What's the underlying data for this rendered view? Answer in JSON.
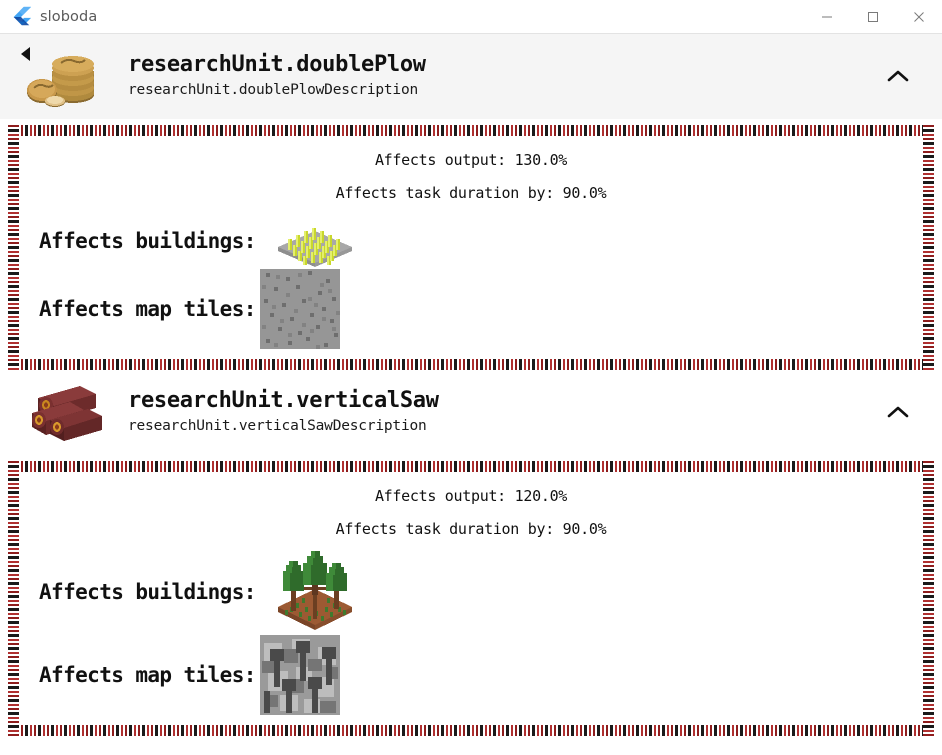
{
  "window": {
    "title": "sloboda",
    "logo_icon": "flutter-logo",
    "controls": {
      "minimize_icon": "minimize-icon",
      "maximize_icon": "maximize-icon",
      "close_icon": "close-icon"
    }
  },
  "navigation": {
    "back_icon": "back-arrow-icon"
  },
  "labels": {
    "affects_buildings": "Affects buildings:",
    "affects_map_tiles": "Affects map tiles:"
  },
  "sections": [
    {
      "icon": "gold-coins-icon",
      "title": "researchUnit.doublePlow",
      "description": "researchUnit.doublePlowDescription",
      "collapse_icon": "chevron-up-icon",
      "stats": [
        "Affects output: 130.0%",
        "Affects task duration by: 90.0%"
      ],
      "building_art": "wheat-field-voxel",
      "tile_art": "field-ground-tile"
    },
    {
      "icon": "wood-logs-icon",
      "title": "researchUnit.verticalSaw",
      "description": "researchUnit.verticalSawDescription",
      "collapse_icon": "chevron-up-icon",
      "stats": [
        "Affects output: 120.0%",
        "Affects task duration by: 90.0%"
      ],
      "building_art": "forest-orchard-voxel",
      "tile_art": "forest-ground-tile"
    }
  ],
  "colors": {
    "embroidery_red": "#8f1d1d",
    "embroidery_dark": "#1a1a1a",
    "header_bg": "#f5f5f5",
    "flutter_blue": "#54c5f8"
  }
}
